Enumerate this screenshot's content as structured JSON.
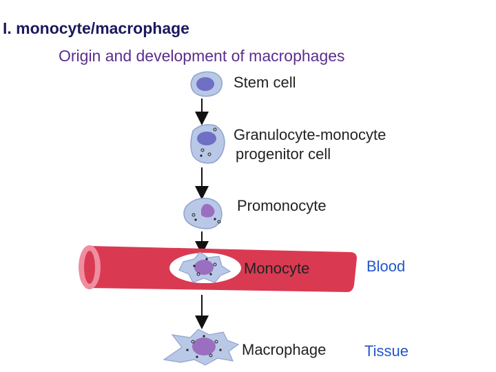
{
  "slide": {
    "heading": "I. monocyte/macrophage",
    "subheading": "Origin and development of macrophages"
  },
  "stages": [
    {
      "label_lines": [
        "Stem cell"
      ]
    },
    {
      "label_lines": [
        "Granulocyte-monocyte",
        "progenitor cell"
      ]
    },
    {
      "label_lines": [
        "Promonocyte"
      ]
    },
    {
      "label_lines": [
        "Monocyte"
      ]
    },
    {
      "label_lines": [
        "Macrophage"
      ]
    }
  ],
  "locations": {
    "blood": "Blood",
    "tissue": "Tissue"
  },
  "colors": {
    "heading": "#1a1a5e",
    "subheading": "#5b2d8e",
    "location": "#2255cc",
    "cell_body": "#b9c8e6",
    "nucleus_early": "#6f6fc6",
    "nucleus_late": "#9b6fc0",
    "vessel": "#d93a52",
    "vessel_end": "#ef8ea0"
  }
}
